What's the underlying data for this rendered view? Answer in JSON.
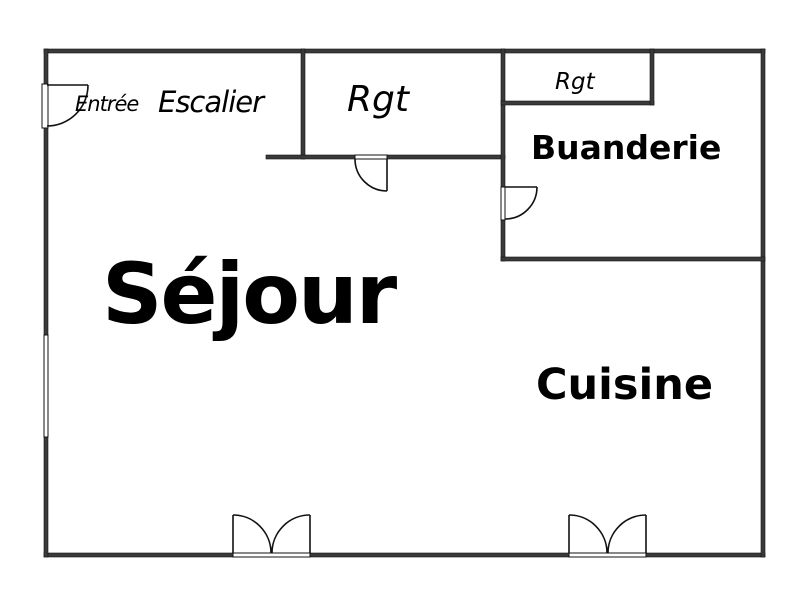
{
  "plan": {
    "type": "floor-plan",
    "wall_color": "#3a3a3a",
    "background": "#ffffff",
    "rooms": [
      {
        "id": "entree",
        "label": "Entrée"
      },
      {
        "id": "escalier",
        "label": "Escalier"
      },
      {
        "id": "rgt1",
        "label": "Rgt"
      },
      {
        "id": "rgt2",
        "label": "Rgt"
      },
      {
        "id": "buanderie",
        "label": "Buanderie"
      },
      {
        "id": "sejour",
        "label": "Séjour"
      },
      {
        "id": "cuisine",
        "label": "Cuisine"
      }
    ],
    "doors": [
      {
        "id": "entrance-door",
        "location": "left wall, top"
      },
      {
        "id": "rgt-door",
        "location": "under Rgt"
      },
      {
        "id": "buanderie-door",
        "location": "buanderie left wall"
      },
      {
        "id": "sejour-double-door",
        "location": "bottom wall, left"
      },
      {
        "id": "cuisine-double-door",
        "location": "bottom wall, right"
      }
    ],
    "windows": [
      {
        "id": "left-window",
        "location": "left wall, middle"
      }
    ]
  }
}
